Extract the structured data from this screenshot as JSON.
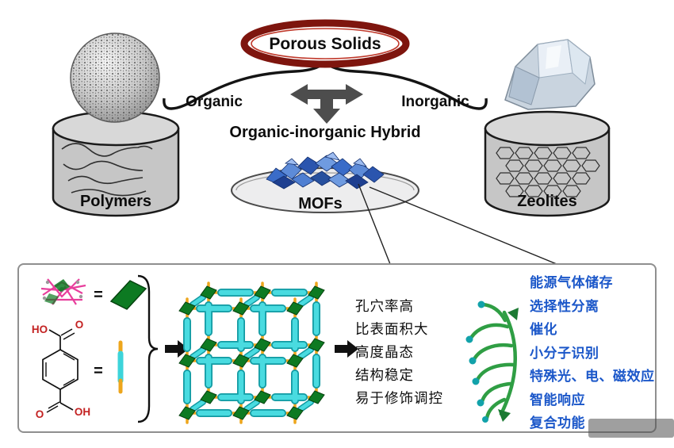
{
  "header": {
    "title": "Porous Solids",
    "organic": "Organic",
    "inorganic": "Inorganic",
    "hybrid": "Organic-inorganic Hybrid"
  },
  "materials": {
    "polymers": "Polymers",
    "zeolites": "Zeolites",
    "mofs": "MOFs"
  },
  "panel": {
    "equals": "=",
    "acid": {
      "ho": "HO",
      "o1": "O",
      "o2": "O",
      "oh": "OH"
    },
    "properties": [
      "孔穴率高",
      "比表面积大",
      "高度晶态",
      "结构稳定",
      "易于修饰调控"
    ],
    "applications": [
      "能源气体储存",
      "选择性分离",
      "催化",
      "小分子识别",
      "特殊光、电、磁效应",
      "智能响应",
      "复合功能"
    ]
  },
  "colors": {
    "title_ring_red": "#7e150e",
    "applications_blue": "#1b57c9",
    "properties_black": "#0d0d0d",
    "rod_cyan": "#49dbe0",
    "rod_orange": "#eda61c",
    "node_green": "#0d7a22",
    "fan_green": "#2f9e44",
    "crystal_blue": "#3a6cc8"
  }
}
